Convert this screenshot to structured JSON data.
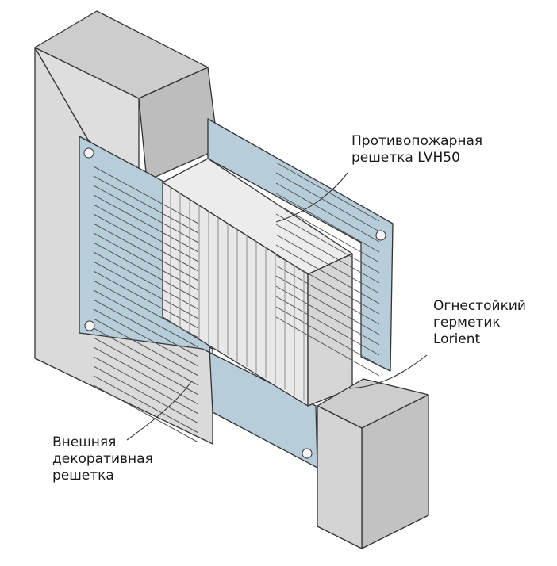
{
  "labels": {
    "fire_grille": {
      "line1": "Противопожарная",
      "line2": "решетка LVH50"
    },
    "sealant": {
      "line1": "Огнестойкий",
      "line2": "герметик",
      "line3": "Lorient"
    },
    "outer_grille": {
      "line1": "Внешняя",
      "line2": "декоративная",
      "line3": "решетка"
    }
  },
  "colors": {
    "concrete": "#cfcfcf",
    "concrete_dark": "#b9b9b9",
    "wall": "#dedede",
    "wall_side": "#c4c4c4",
    "grille_blue": "#b7cdd9",
    "grille_blue_dark": "#9fb8c6",
    "damper_light": "#e6e6e6",
    "damper_mid": "#cfcfcf",
    "outline": "#333333"
  }
}
